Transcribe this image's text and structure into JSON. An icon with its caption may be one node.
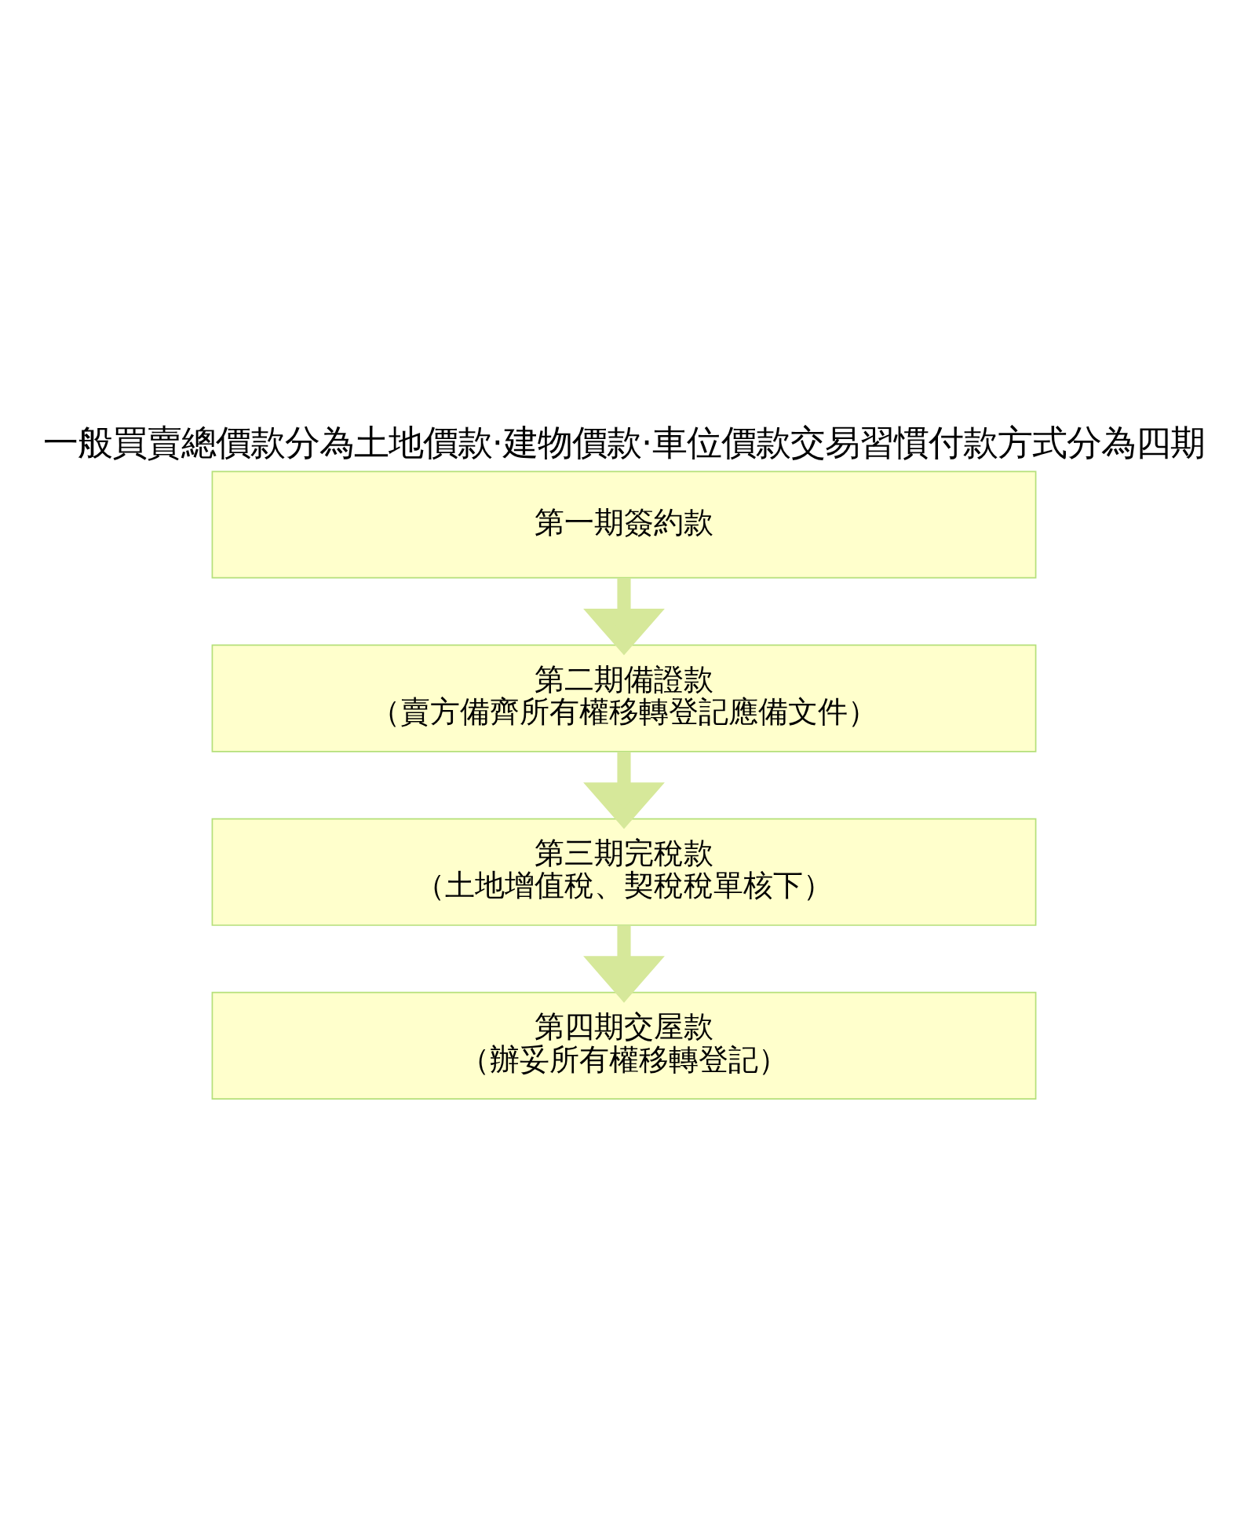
{
  "diagram": {
    "title": "一般買賣總價款分為土地價款·建物價款·車位價款交易習慣付款方式分為四期",
    "nodes": [
      {
        "text": [
          "第一期簽約款"
        ]
      },
      {
        "text": [
          "第二期備證款",
          "（賣方備齊所有權移轉登記應備文件）"
        ]
      },
      {
        "text": [
          "第三期完稅款",
          "（土地增值稅、契稅稅單核下）"
        ]
      },
      {
        "text": [
          "第四期交屋款",
          "（辦妥所有權移轉登記）"
        ]
      }
    ],
    "edges": [
      {
        "from": 0,
        "to": 1,
        "arrow": "to"
      },
      {
        "from": 1,
        "to": 2,
        "arrow": "to"
      },
      {
        "from": 2,
        "to": 3,
        "arrow": "to"
      }
    ]
  }
}
